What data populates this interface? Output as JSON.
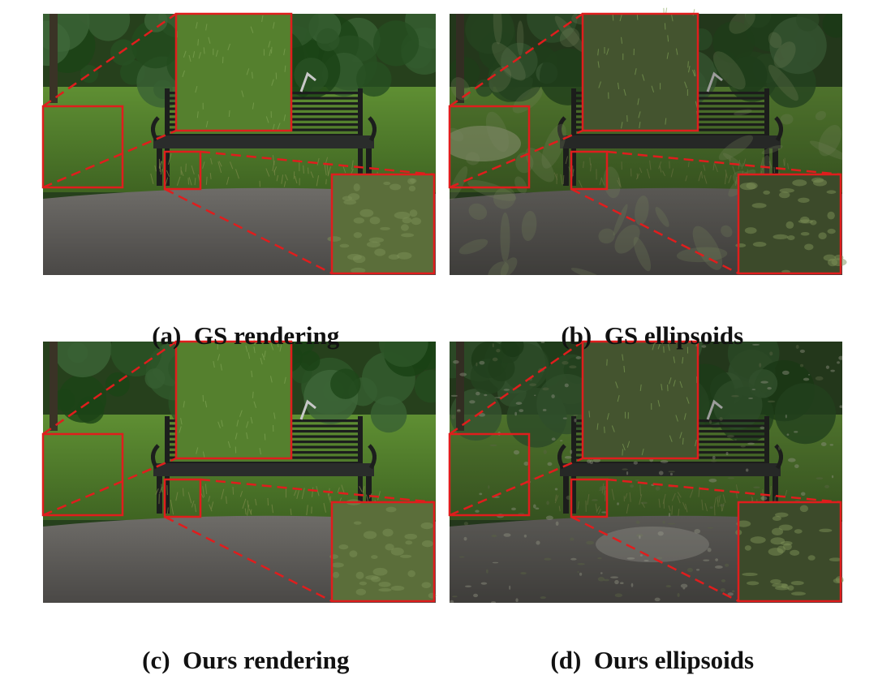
{
  "figure": {
    "panels": [
      {
        "id": "a",
        "tag": "(a)",
        "label": "GS rendering",
        "style": "render",
        "magnified": true
      },
      {
        "id": "b",
        "tag": "(b)",
        "label": "GS ellipsoids",
        "style": "gs-ellipsoid",
        "magnified": true
      },
      {
        "id": "c",
        "tag": "(c)",
        "label": "Ours rendering",
        "style": "render",
        "magnified": true
      },
      {
        "id": "d",
        "tag": "(d)",
        "label": "Ours ellipsoids",
        "style": "ours-ellipsoid",
        "magnified": true
      }
    ],
    "colors": {
      "highlight": "#e01d1d",
      "grass": "#4f7a2c",
      "foliage": "#26401c",
      "path": "#5d5b58",
      "bench": "#1c1e1d"
    }
  }
}
